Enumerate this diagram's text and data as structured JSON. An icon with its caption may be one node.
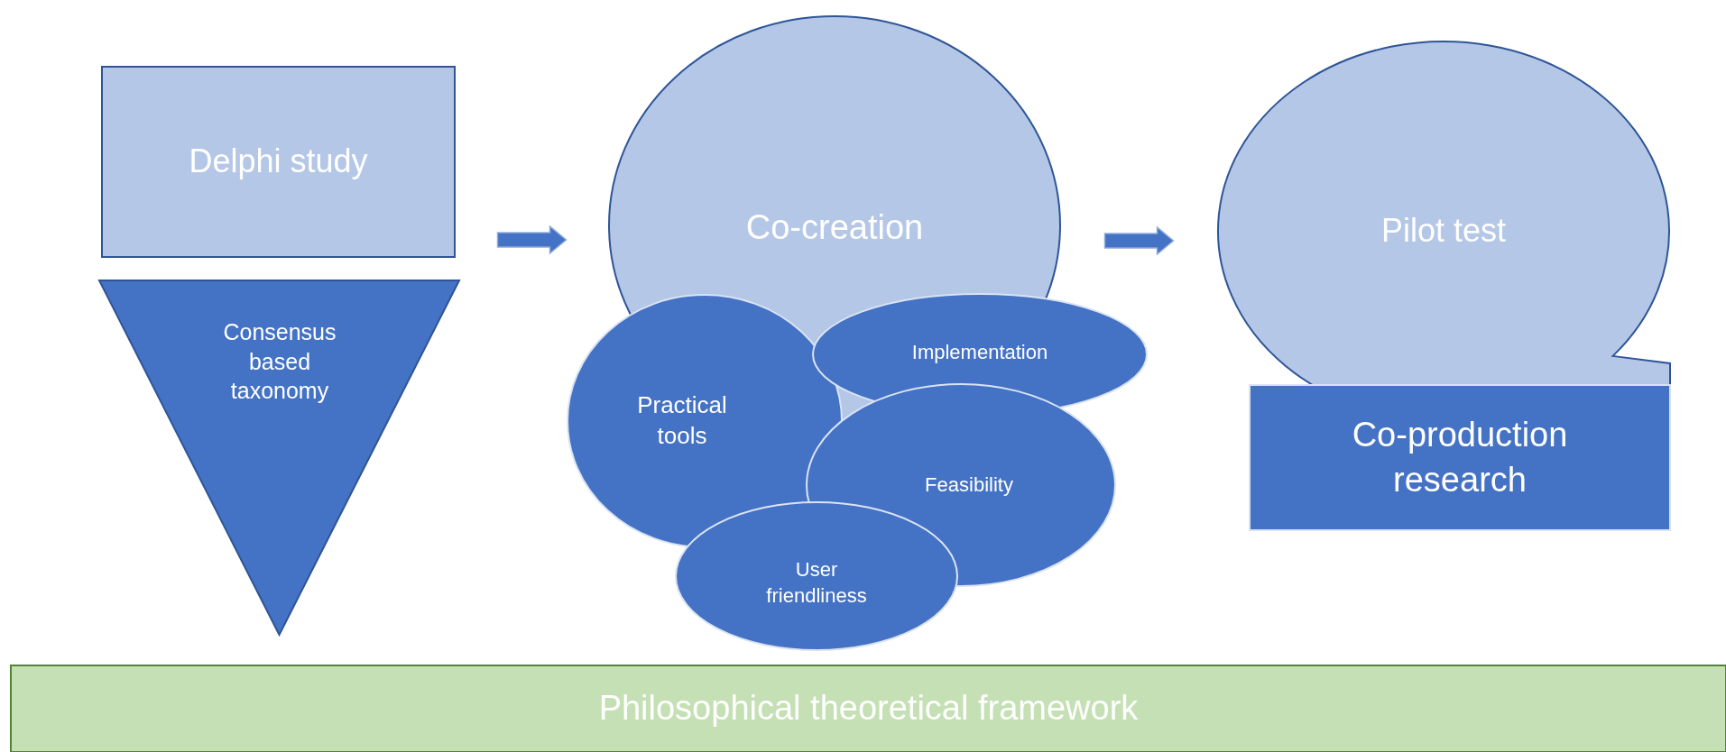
{
  "diagram": {
    "nodes": [
      {
        "text": [
          "Delphi study"
        ]
      },
      {
        "text": [
          "Consensus based taxonomy"
        ]
      },
      {
        "text": [
          "Co-creation"
        ]
      },
      {
        "text": [
          "Practical tools"
        ]
      },
      {
        "text": [
          "Implementation"
        ]
      },
      {
        "text": [
          "Feasibility"
        ]
      },
      {
        "text": [
          "User friendliness"
        ]
      },
      {
        "text": [
          "Pilot test"
        ]
      },
      {
        "text": [
          "Co-production research"
        ]
      },
      {
        "text": [
          "Philosophical theoretical framework"
        ]
      }
    ],
    "edges": [
      {
        "from": 0,
        "to": 2,
        "arrow": "to"
      },
      {
        "from": 2,
        "to": 7,
        "arrow": "to"
      }
    ]
  }
}
